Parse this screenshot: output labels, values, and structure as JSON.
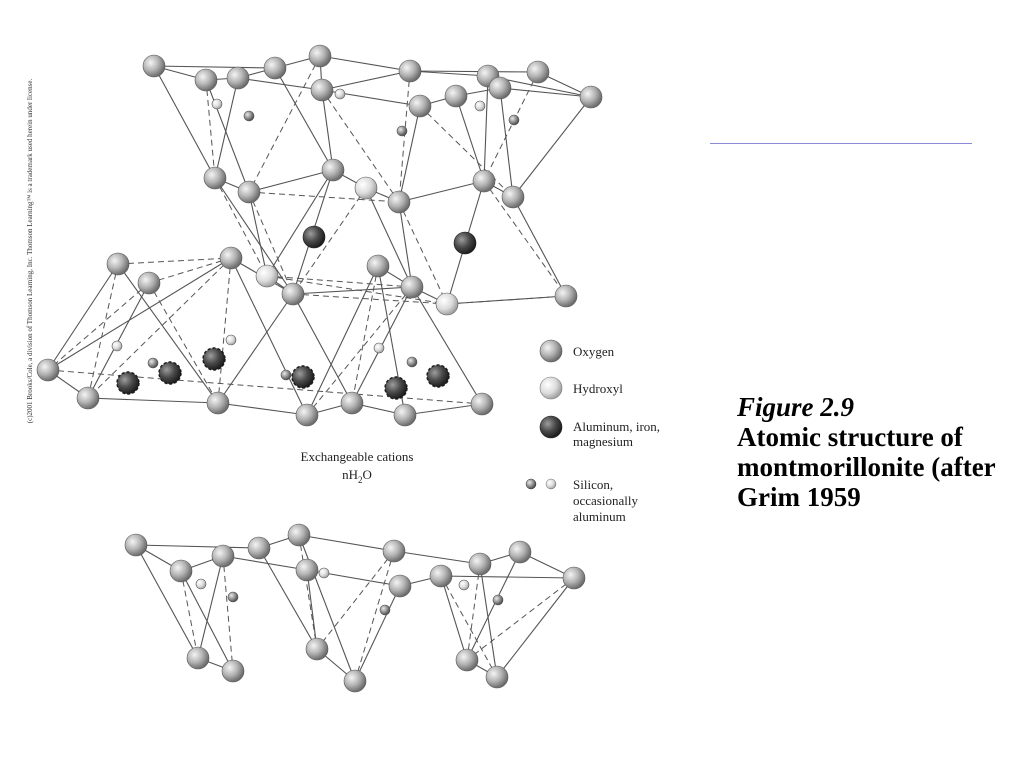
{
  "copyright": "(c)2001 Brooks/Cole, a division of Thomson Learning, Inc.  Thomson Learning™ is a trademark used herein under license.",
  "caption": {
    "figure_number": "Figure 2.9",
    "title": "Atomic structure of montmorillonite (after Grim 1959"
  },
  "interlayer": {
    "line1": "Exchangeable cations",
    "line2_prefix": "nH",
    "line2_sub": "2",
    "line2_suffix": "O"
  },
  "legend": [
    {
      "label_lines": [
        "Oxygen"
      ],
      "kind": "oxygen"
    },
    {
      "label_lines": [
        "Hydroxyl"
      ],
      "kind": "hydroxyl"
    },
    {
      "label_lines": [
        "Aluminum, iron,",
        "magnesium"
      ],
      "kind": "aluminum"
    },
    {
      "label_lines": [
        "Silicon,",
        "occasionally",
        "aluminum"
      ],
      "kind": "silicon"
    }
  ],
  "colors": {
    "oxygen": "#b5b5b5",
    "hydroxyl": "#dadada",
    "aluminum": "#4a4a4a",
    "silicon": "#8a8a8a",
    "bond": "#555555",
    "rule": "#8a8ad6"
  }
}
